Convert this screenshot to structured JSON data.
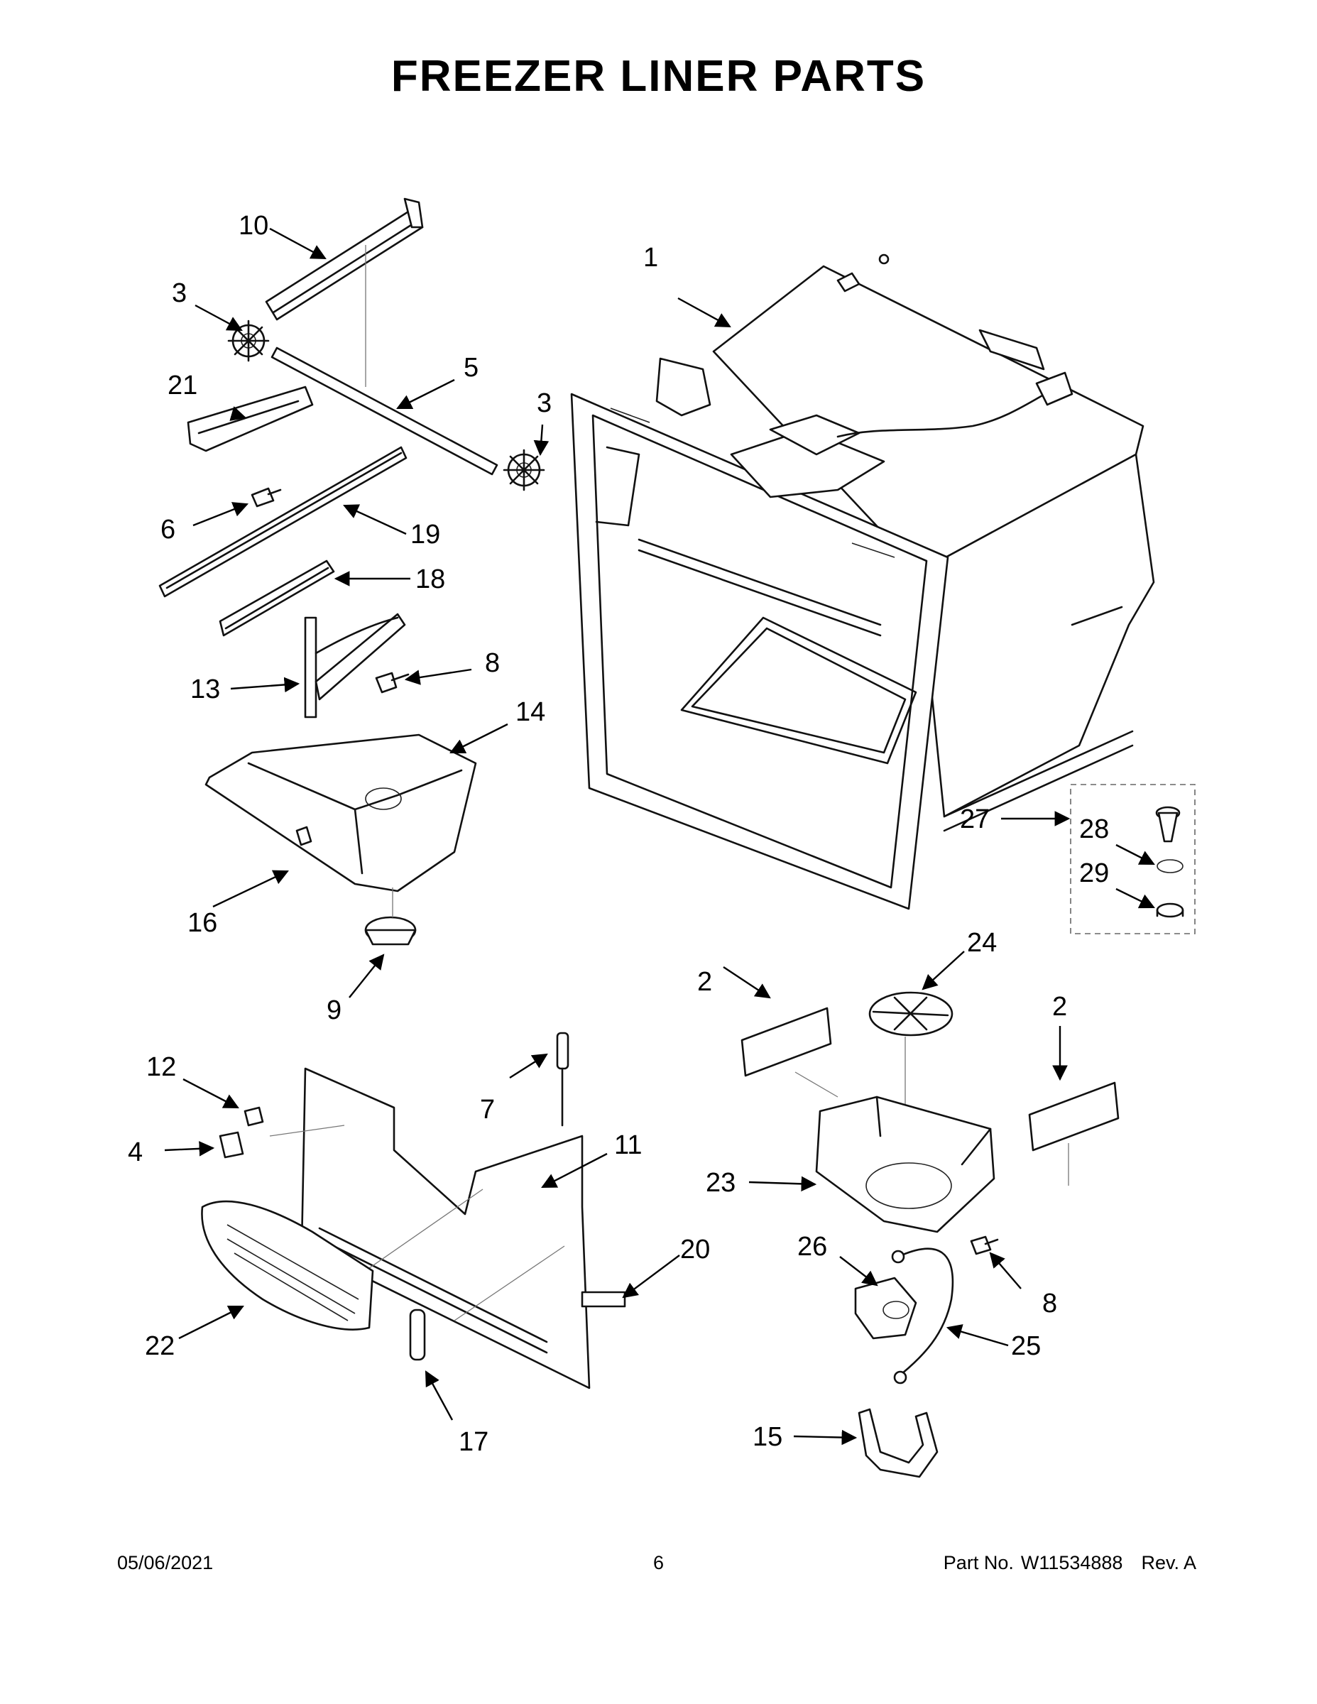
{
  "title": "FREEZER LINER PARTS",
  "footer": {
    "date": "05/06/2021",
    "page": "6",
    "part_label": "Part No.",
    "part_number": "W11534888",
    "revision": "Rev. A"
  },
  "callouts": {
    "c1": "1",
    "c2a": "2",
    "c2b": "2",
    "c3a": "3",
    "c3b": "3",
    "c4": "4",
    "c5": "5",
    "c6": "6",
    "c7": "7",
    "c8a": "8",
    "c8b": "8",
    "c9": "9",
    "c10": "10",
    "c11": "11",
    "c12": "12",
    "c13": "13",
    "c14": "14",
    "c15": "15",
    "c16": "16",
    "c17": "17",
    "c18": "18",
    "c19": "19",
    "c20": "20",
    "c21": "21",
    "c22": "22",
    "c23": "23",
    "c24": "24",
    "c25": "25",
    "c26": "26",
    "c27": "27",
    "c28": "28",
    "c29": "29"
  }
}
